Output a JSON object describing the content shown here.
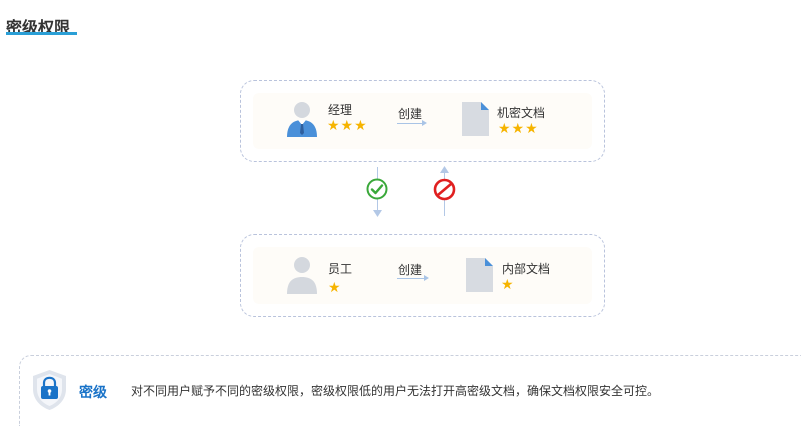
{
  "header": {
    "title": "密级权限"
  },
  "diagram": {
    "top": {
      "role": "经理",
      "role_stars": "★★★",
      "action": "创建",
      "document": "机密文档",
      "document_stars": "★★★"
    },
    "bottom": {
      "role": "员工",
      "role_stars": "★",
      "action": "创建",
      "document": "内部文档",
      "document_stars": "★"
    },
    "arrows": {
      "down": "allowed-check-icon",
      "up": "forbidden-icon"
    }
  },
  "note": {
    "title": "密级",
    "text": "对不同用户赋予不同的密级权限，密级权限低的用户无法打开高密级文档，确保文档权限安全可控。"
  },
  "colors": {
    "accent": "#2a9fd6",
    "star": "#f6b400",
    "allowed": "#3aa83a",
    "forbidden": "#e02020",
    "note_title": "#1a73c8"
  }
}
